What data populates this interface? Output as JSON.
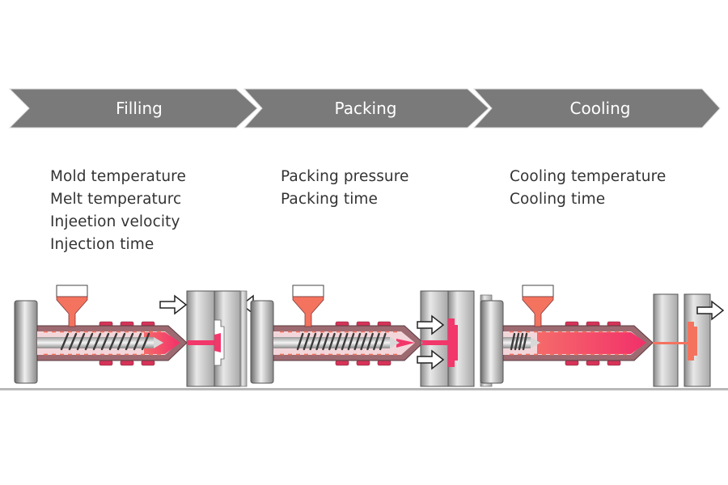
{
  "colors": {
    "chevron": "#7a7a7a",
    "chevron_text": "#ffffff",
    "param_text": "#333333",
    "melt": "#f2376a",
    "pellet": "#f4735f",
    "barrel": "#9c6a70",
    "heater": "#d63358",
    "metal_dark": "#6e6e6e",
    "metal_light": "#e6e6e6",
    "floor": "#b8b8b8"
  },
  "stages": [
    {
      "id": "filling",
      "label": "Filling",
      "parameters": [
        "Mold temperature",
        "Melt temperaturc",
        "Injeetion velocity",
        "Injection time"
      ],
      "illustration": {
        "screw_turns": 11,
        "melt_fill": "full",
        "mold_state": "clamping",
        "arrows": [
          "clamp-left",
          "clamp-right"
        ]
      }
    },
    {
      "id": "packing",
      "label": "Packing",
      "parameters": [
        "Packing pressure",
        "Packing time"
      ],
      "illustration": {
        "screw_turns": 14,
        "melt_fill": "nozzle",
        "mold_state": "closed",
        "arrows": [
          "push-upper",
          "push-lower"
        ]
      }
    },
    {
      "id": "cooling",
      "label": "Cooling",
      "parameters": [
        "Cooling temperature",
        "Cooling time"
      ],
      "illustration": {
        "screw_turns": 4,
        "melt_fill": "full",
        "mold_state": "opening",
        "arrows": [
          "eject-right"
        ]
      }
    }
  ]
}
